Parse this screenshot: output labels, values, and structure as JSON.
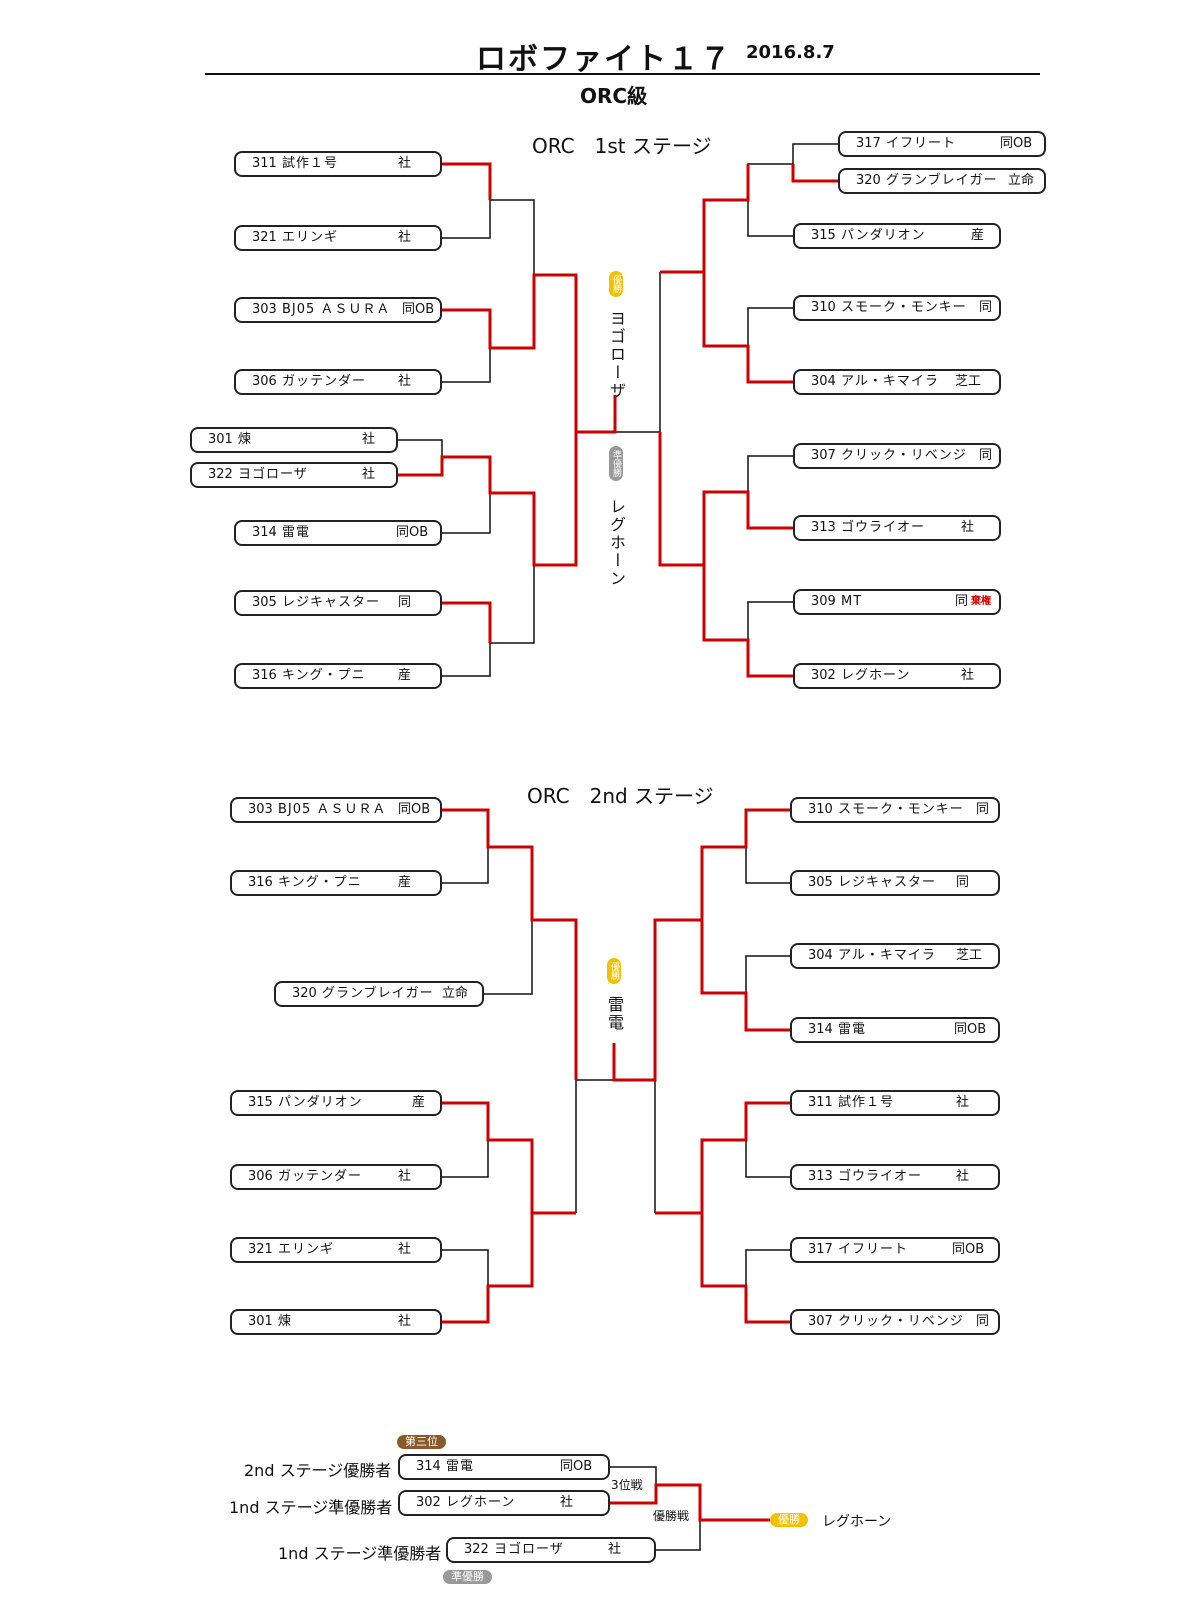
{
  "header": {
    "title": "ロボファイト１７",
    "date": "2016.8.7",
    "class_name": "ORC級"
  },
  "stage1": {
    "title": "ORC　1st  ステージ",
    "entries_left": [
      {
        "no": "311",
        "name": "試作１号",
        "aff": "社"
      },
      {
        "no": "321",
        "name": "エリンギ",
        "aff": "社"
      },
      {
        "no": "303",
        "name": "BJ05 ＡＳＵＲＡ",
        "aff": "同OB"
      },
      {
        "no": "306",
        "name": "ガッテンダー",
        "aff": "社"
      },
      {
        "no": "301",
        "name": "煉",
        "aff": "社"
      },
      {
        "no": "322",
        "name": "ヨゴローザ",
        "aff": "社"
      },
      {
        "no": "314",
        "name": "雷電",
        "aff": "同OB"
      },
      {
        "no": "305",
        "name": "レジキャスター",
        "aff": "同"
      },
      {
        "no": "316",
        "name": "キング・プニ",
        "aff": "産"
      }
    ],
    "entries_right": [
      {
        "no": "317",
        "name": "イフリート",
        "aff": "同OB"
      },
      {
        "no": "320",
        "name": "グランブレイガー",
        "aff": "立命"
      },
      {
        "no": "315",
        "name": "パンダリオン",
        "aff": "産"
      },
      {
        "no": "310",
        "name": "スモーク・モンキー",
        "aff": "同"
      },
      {
        "no": "304",
        "name": "アル・キマイラ",
        "aff": "芝工"
      },
      {
        "no": "307",
        "name": "クリック・リベンジ",
        "aff": "同"
      },
      {
        "no": "313",
        "name": "ゴウライオー",
        "aff": "社"
      },
      {
        "no": "309",
        "name": "MT",
        "aff": "同",
        "note": "棄権"
      },
      {
        "no": "302",
        "name": "レグホーン",
        "aff": "社"
      }
    ],
    "winner_badge": "優勝",
    "winner": "ヨゴローザ",
    "runnerup_badge": "準優勝",
    "runnerup": "レグホーン"
  },
  "stage2": {
    "title": "ORC　2nd  ステージ",
    "entries_left": [
      {
        "no": "303",
        "name": "BJ05 ＡＳＵＲＡ",
        "aff": "同OB"
      },
      {
        "no": "316",
        "name": "キング・プニ",
        "aff": "産"
      },
      {
        "no": "320",
        "name": "グランブレイガー",
        "aff": "立命"
      },
      {
        "no": "315",
        "name": "パンダリオン",
        "aff": "産"
      },
      {
        "no": "306",
        "name": "ガッテンダー",
        "aff": "社"
      },
      {
        "no": "321",
        "name": "エリンギ",
        "aff": "社"
      },
      {
        "no": "301",
        "name": "煉",
        "aff": "社"
      }
    ],
    "entries_right": [
      {
        "no": "310",
        "name": "スモーク・モンキー",
        "aff": "同"
      },
      {
        "no": "305",
        "name": "レジキャスター",
        "aff": "同"
      },
      {
        "no": "304",
        "name": "アル・キマイラ",
        "aff": "芝工"
      },
      {
        "no": "314",
        "name": "雷電",
        "aff": "同OB"
      },
      {
        "no": "311",
        "name": "試作１号",
        "aff": "社"
      },
      {
        "no": "313",
        "name": "ゴウライオー",
        "aff": "社"
      },
      {
        "no": "317",
        "name": "イフリート",
        "aff": "同OB"
      },
      {
        "no": "307",
        "name": "クリック・リベンジ",
        "aff": "同"
      }
    ],
    "winner_badge": "優勝",
    "winner": "雷電"
  },
  "final": {
    "third_badge": "第三位",
    "rows": [
      {
        "label": "2nd ステージ優勝者",
        "no": "314",
        "name": "雷電",
        "aff": "同OB"
      },
      {
        "label": "1nd ステージ準優勝者",
        "no": "302",
        "name": "レグホーン",
        "aff": "社"
      },
      {
        "label": "1nd ステージ準優勝者",
        "no": "322",
        "name": "ヨゴローザ",
        "aff": "社"
      }
    ],
    "third_place_match": "3位戦",
    "final_match": "優勝戦",
    "champion_badge": "優勝",
    "champion": "レグホーン",
    "runnerup_badge": "準優勝"
  },
  "colors": {
    "winner_line": "#cc0000",
    "line": "#111111",
    "badge_gold": "#f2c200",
    "badge_gray": "#999999",
    "badge_brown": "#8b5a2b",
    "withdraw": "#d40000"
  }
}
